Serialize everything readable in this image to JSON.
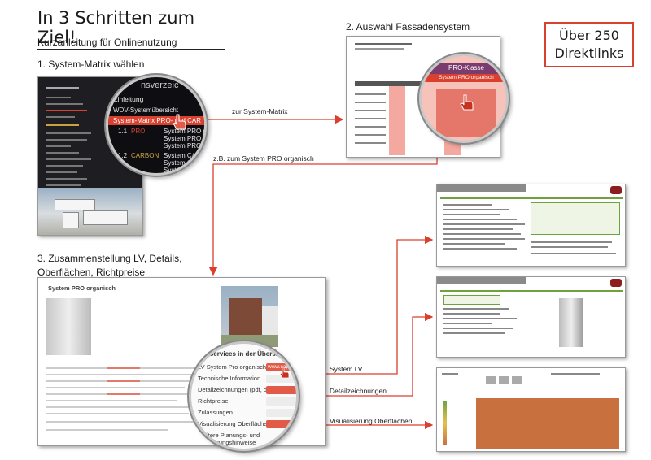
{
  "header": {
    "title": "In 3 Schritten zum Ziel!",
    "subtitle": "Kurzanleitung für Onlinenutzung"
  },
  "steps": {
    "step1": "1. System-Matrix wählen",
    "step2": "2. Auswahl Fassadensystem",
    "step3_line1": "3. Zusammenstellung LV, Details,",
    "step3_line2": "Oberflächen, Richtpreise"
  },
  "badge": {
    "line1": "Über 250",
    "line2": "Direktlinks"
  },
  "arrows": {
    "to_matrix": "zur System-Matrix",
    "example": "z.B. zum System PRO organisch",
    "system_lv": "System LV",
    "detail": "Detailzeichnungen",
    "visual": "Visualisierung Oberflächen"
  },
  "magnifier1": {
    "heading": "Einleitung",
    "item1": "WDV-Systemübersicht",
    "item2": "System-Matrix PRO- und CAR",
    "item3_num": "1.1",
    "item3": "PRO",
    "item3_right": "System PRO m",
    "item3_right2": "System PRO o",
    "item3_right3": "System PRO F",
    "item4_num": "1.2",
    "item4": "CARBON",
    "item4_right": "System CAR",
    "item4_right2": "System C",
    "item4_right3": "System",
    "top_text": "nsverzeic"
  },
  "magnifier2": {
    "band": "PRO-Klasse",
    "sub": "System PRO organisch"
  },
  "magnifier3": {
    "heading": "Services in der Übersicht:",
    "items": [
      "LV System Pro organisch",
      "Technische Information",
      "Detailzeichnungen (pdf, dwg, dxf)",
      "Richtpreise",
      "Zulassungen",
      "Visualisierung Oberflächen",
      "Weitere Planungs- und Ausführungshinweise (WDVS)"
    ],
    "link": "www.capato"
  },
  "screen3": {
    "heading": "System PRO organisch"
  },
  "colors": {
    "accent": "#d9402e",
    "green": "#6fa23f",
    "orange": "#c9703f"
  }
}
